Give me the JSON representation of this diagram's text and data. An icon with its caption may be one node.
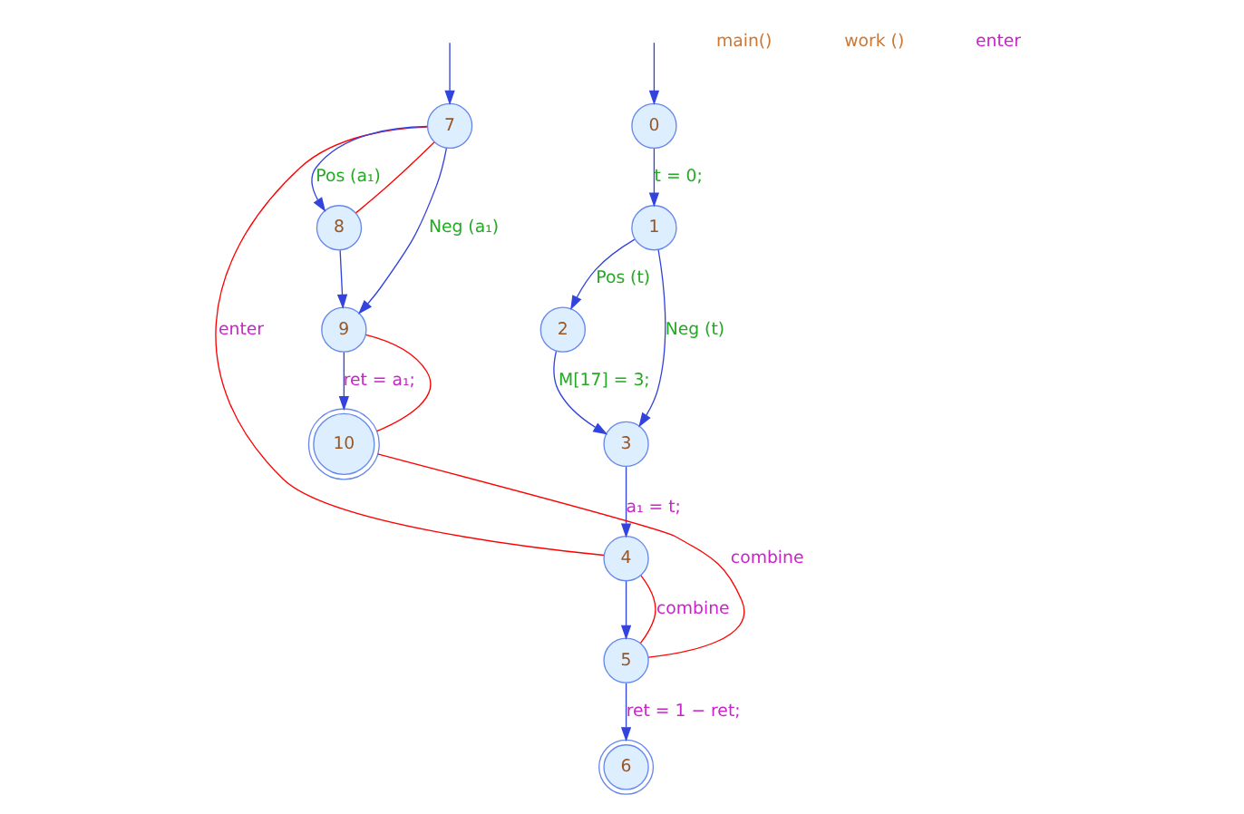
{
  "diagram": {
    "nodes": [
      {
        "text": [
          "0"
        ]
      },
      {
        "text": [
          "1"
        ]
      },
      {
        "text": [
          "2"
        ]
      },
      {
        "text": [
          "3"
        ]
      },
      {
        "text": [
          "4"
        ]
      },
      {
        "text": [
          "5"
        ]
      },
      {
        "text": [
          "6"
        ]
      },
      {
        "text": [
          "7"
        ]
      },
      {
        "text": [
          "8"
        ]
      },
      {
        "text": [
          "9"
        ]
      },
      {
        "text": [
          "10"
        ]
      }
    ],
    "edges": [
      {
        "from": null,
        "to": 0,
        "arrow": "to"
      },
      {
        "from": 0,
        "to": 1,
        "arrow": "to",
        "label": "t = 0;"
      },
      {
        "from": 1,
        "to": 3,
        "arrow": "to",
        "label": "Neg (t)"
      },
      {
        "from": 1,
        "to": 2,
        "arrow": "to",
        "label": "Pos (t)"
      },
      {
        "from": 2,
        "to": 3,
        "arrow": "to",
        "label": "M[17] = 3;"
      },
      {
        "from": 3,
        "to": 4,
        "arrow": "to",
        "label": "a₁ = t;"
      },
      {
        "from": 4,
        "to": 5,
        "arrow": "to"
      },
      {
        "from": 5,
        "to": 6,
        "arrow": "to",
        "label": "ret = 1 − ret;"
      },
      {
        "from": null,
        "to": 7,
        "arrow": "to"
      },
      {
        "from": 7,
        "to": 9,
        "arrow": "to",
        "label": "Neg (a₁)"
      },
      {
        "from": 7,
        "to": 8,
        "arrow": "to",
        "label": "Pos (a₁)"
      },
      {
        "from": 8,
        "to": 9,
        "arrow": "to"
      },
      {
        "from": 9,
        "to": 10,
        "arrow": "to",
        "label": "ret = a₁;"
      },
      {
        "from": 4,
        "to": 7,
        "arrow": "none",
        "label": "enter",
        "color": "#ff0000"
      },
      {
        "from": 7,
        "to": 8,
        "arrow": "none",
        "color": "#ff0000"
      },
      {
        "from": 9,
        "to": 10,
        "arrow": "none",
        "color": "#ff0000"
      },
      {
        "from": 10,
        "to": 5,
        "arrow": "none",
        "label": "combine",
        "color": "#ff0000"
      },
      {
        "from": 4,
        "to": 5,
        "arrow": "none",
        "label": "combine",
        "color": "#ff0000"
      }
    ],
    "labels": [
      "main()",
      "work ()",
      "enter"
    ]
  }
}
